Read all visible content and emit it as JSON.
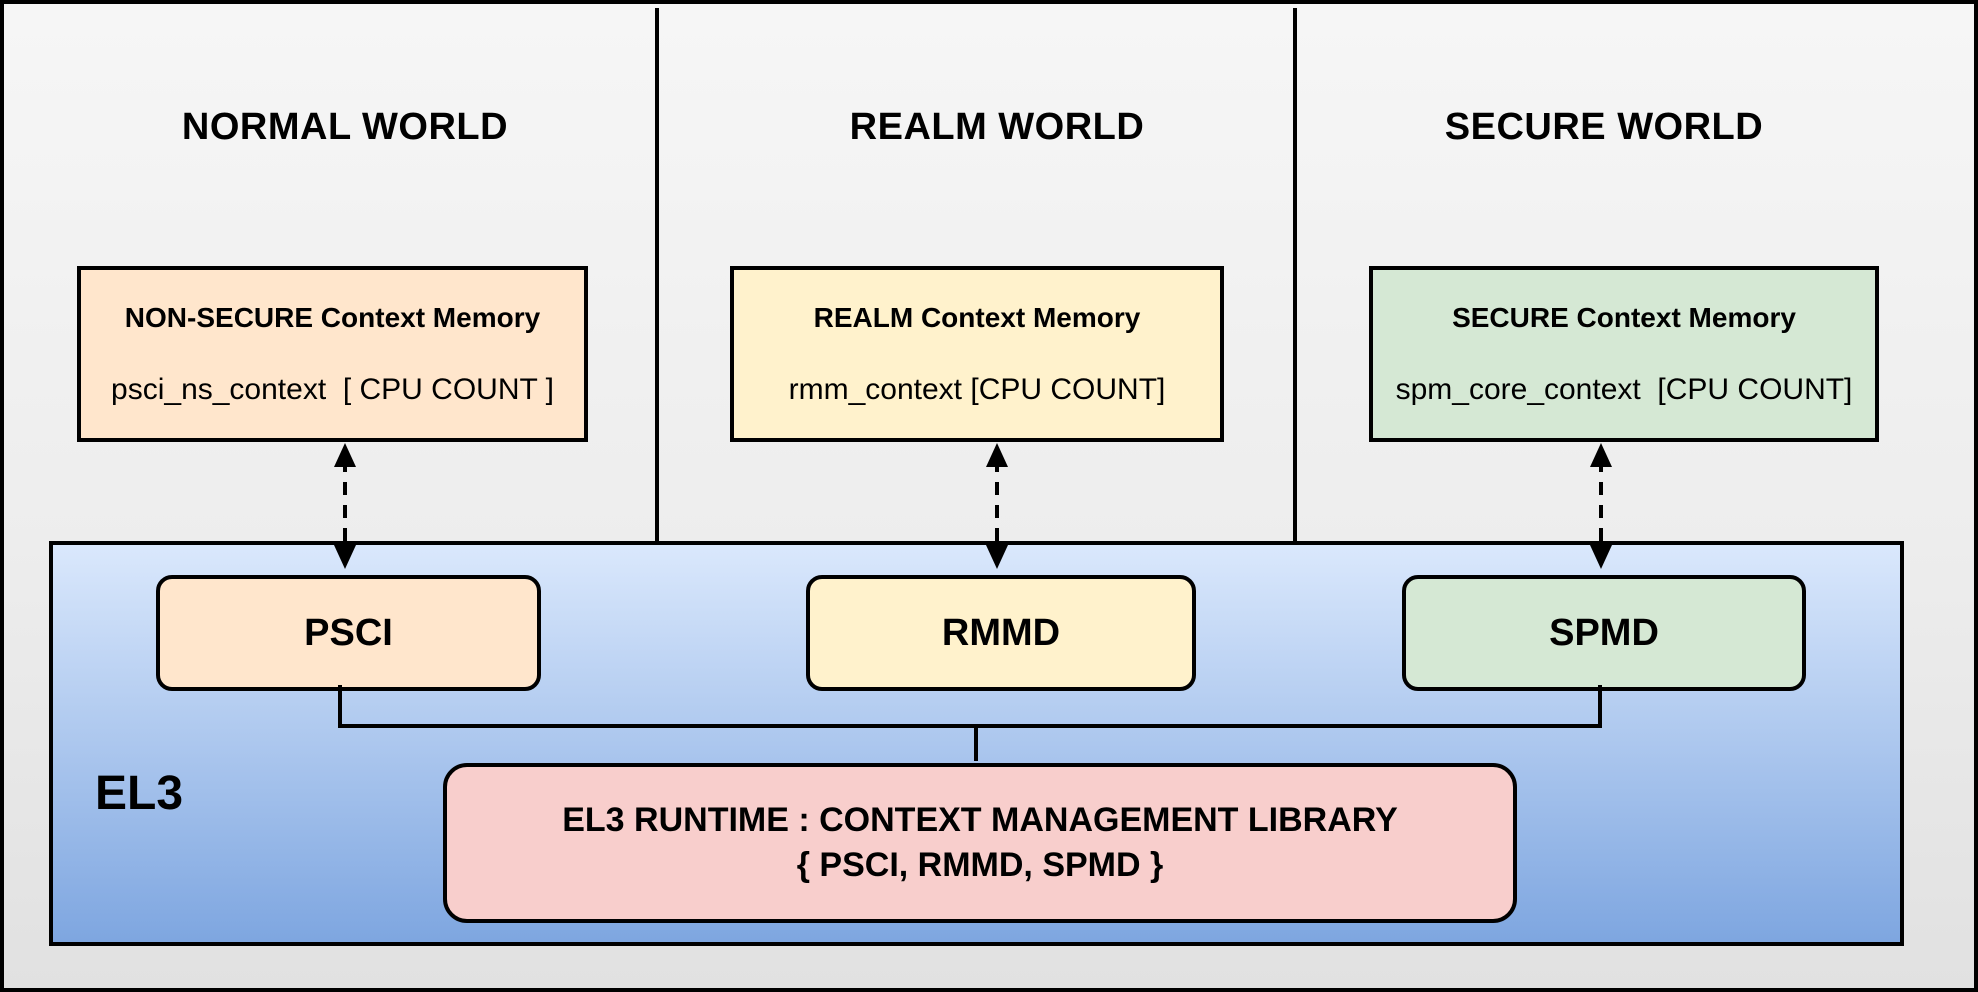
{
  "worlds": [
    {
      "title": "NORMAL WORLD",
      "memory": {
        "title": "NON-SECURE Context Memory",
        "value": "psci_ns_context  [ CPU COUNT ]"
      },
      "module_label": "PSCI",
      "color": "#FFE6CC"
    },
    {
      "title": "REALM WORLD",
      "memory": {
        "title": "REALM Context Memory",
        "value": "rmm_context [CPU COUNT]"
      },
      "module_label": "RMMD",
      "color": "#FFF2CC"
    },
    {
      "title": "SECURE WORLD",
      "memory": {
        "title": "SECURE Context Memory",
        "value": "spm_core_context  [CPU COUNT]"
      },
      "module_label": "SPMD",
      "color": "#D5E8D4"
    }
  ],
  "el3": {
    "label": "EL3",
    "runtime": {
      "line1": "EL3 RUNTIME : CONTEXT MANAGEMENT LIBRARY",
      "line2": "{ PSCI, RMMD, SPMD }",
      "color": "#F8CECC"
    }
  },
  "colors": {
    "line": "#000000",
    "el3_gradient_top": "#DAE8FC",
    "el3_gradient_bottom": "#7EA6E0",
    "background_top": "#F6F6F6",
    "background_bottom": "#E1E1E1"
  }
}
